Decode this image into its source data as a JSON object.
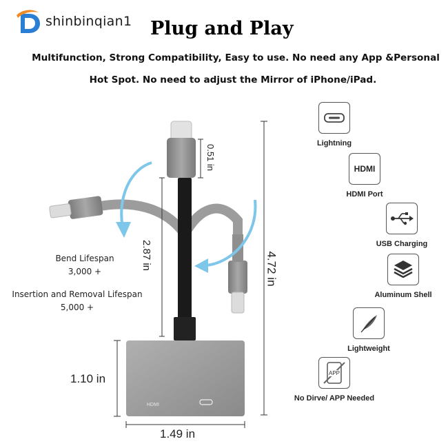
{
  "brand": {
    "name": "shinbinqian1",
    "logo_icon": "d-swoosh-logo-icon",
    "logo_color": "#2a7fd4",
    "accent_color": "#f08a24"
  },
  "title": "Plug and Play",
  "subtitle": {
    "line1": "Multifunction, Strong Compatibility, Easy to use. No need any App &Personal",
    "line2": "Hot Spot. No need to adjust the Mirror of iPhone/iPad."
  },
  "dimensions": {
    "connector_length": "0.51 in",
    "cable_length": "2.87 in",
    "total_length": "4.72 in",
    "hub_height": "1.10 in",
    "hub_width": "1.49 in"
  },
  "lifespan": {
    "bend_label": "Bend Lifespan",
    "bend_value": "3,000 +",
    "insertion_label": "Insertion and Removal Lifespan",
    "insertion_value": "5,000 +"
  },
  "hub": {
    "port_hdmi_label": "HDMI",
    "body_color": "#9a9a9a"
  },
  "features": [
    {
      "label": "Lightning",
      "icon": "lightning-port-icon"
    },
    {
      "label": "HDMI Port",
      "icon": "hdmi-icon",
      "icon_text": "HDMI"
    },
    {
      "label": "USB Charging",
      "icon": "usb-icon"
    },
    {
      "label": "Aluminum Shell",
      "icon": "layers-icon"
    },
    {
      "label": "Lightweight",
      "icon": "feather-icon"
    },
    {
      "label": "No Dirve/ APP Needed",
      "icon": "no-app-icon",
      "icon_text": "APP"
    }
  ]
}
